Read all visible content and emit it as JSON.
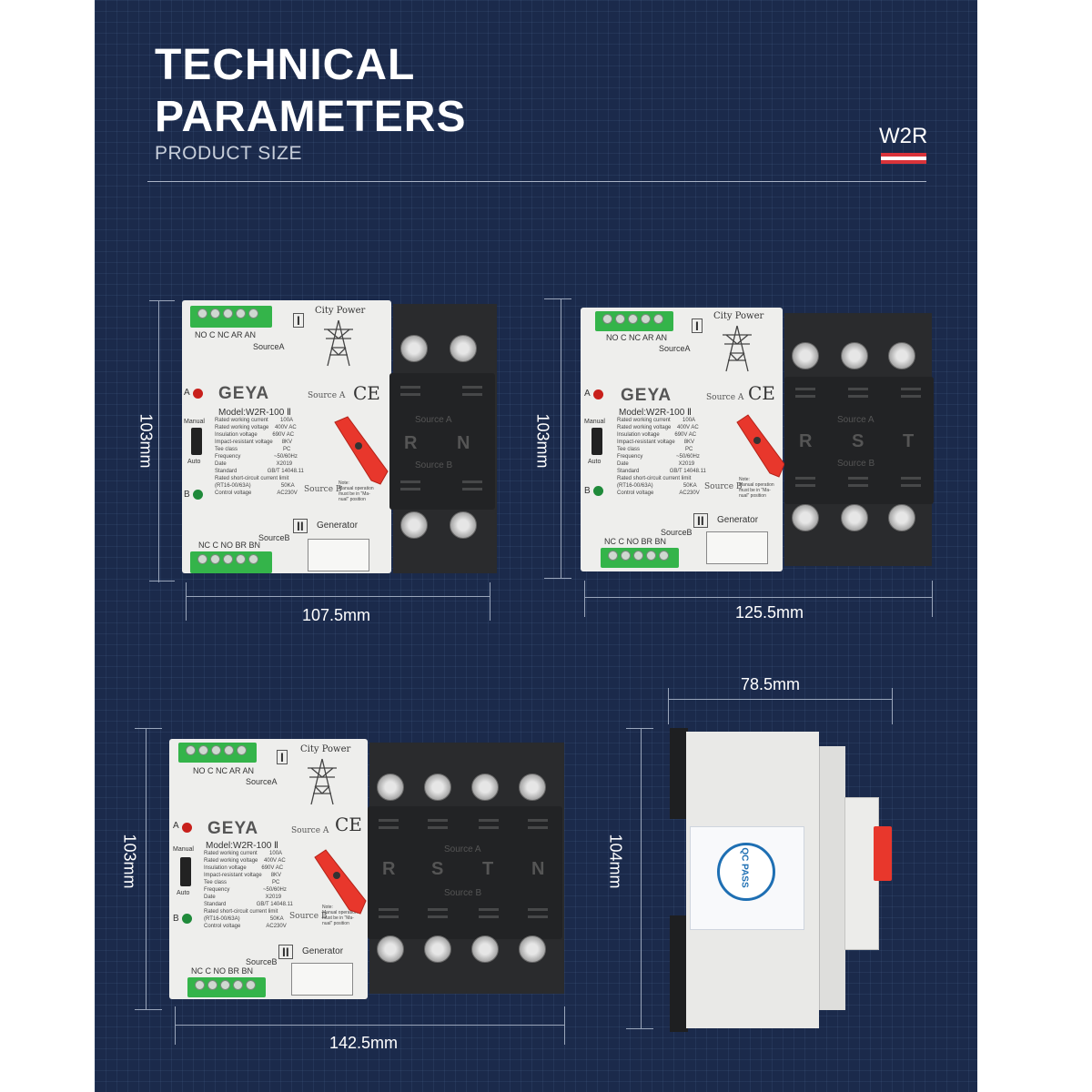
{
  "header": {
    "title_line1": "TECHNICAL",
    "title_line2": "PARAMETERS",
    "subtitle": "PRODUCT SIZE",
    "badge": "W2R",
    "flag_colors": [
      "#d9333a",
      "#ffffff",
      "#d9333a"
    ]
  },
  "colors": {
    "panel_bg": "#1b2a4b",
    "terminal_green": "#34b44a",
    "handle_red": "#e8372c",
    "led_red": "#c8201b",
    "led_green": "#1f8a3a"
  },
  "units": {
    "unit_2p": {
      "width_label": "107.5mm",
      "height_label": "103mm",
      "phases": [
        "R",
        "N"
      ]
    },
    "unit_3p": {
      "width_label": "125.5mm",
      "height_label": "103mm",
      "phases": [
        "R",
        "S",
        "T"
      ]
    },
    "unit_4p": {
      "width_label": "142.5mm",
      "height_label": "103mm",
      "phases": [
        "R",
        "S",
        "T",
        "N"
      ]
    },
    "side_view": {
      "width_label": "78.5mm",
      "height_label": "104mm",
      "seal_text": "QC PASS"
    }
  },
  "device": {
    "brand": "GEYA",
    "model": "Model:W2R-100 Ⅱ",
    "ce": "CE",
    "top_terminals": "NO C NC AR AN",
    "bottom_terminals": "NC C NO BR BN",
    "source_a": "SourceA",
    "source_b": "SourceB",
    "city_power": "City Power",
    "generator": "Generator",
    "roman_1": "I",
    "roman_2": "II",
    "led_a": "A",
    "led_b": "B",
    "manual": "Manual",
    "auto": "Auto",
    "source_a_label": "Source A",
    "source_b_label": "Source B",
    "note": "Note:\nManual operation\nmust be in \"Ma-\nnual\" position",
    "specs": "Rated working current        100A\nRated working voltage    400V AC\nInsulation voltage          690V AC\nImpact-resistant voltage      8KV\nTee class                              PC\nFrequency                      ~50/60Hz\nDate                                 X2019\nStandard                    GB/T 14048.11\nRated short-circuit current limit\n(RT16-00/63A)                    50KA\nControl voltage                 AC230V"
  }
}
